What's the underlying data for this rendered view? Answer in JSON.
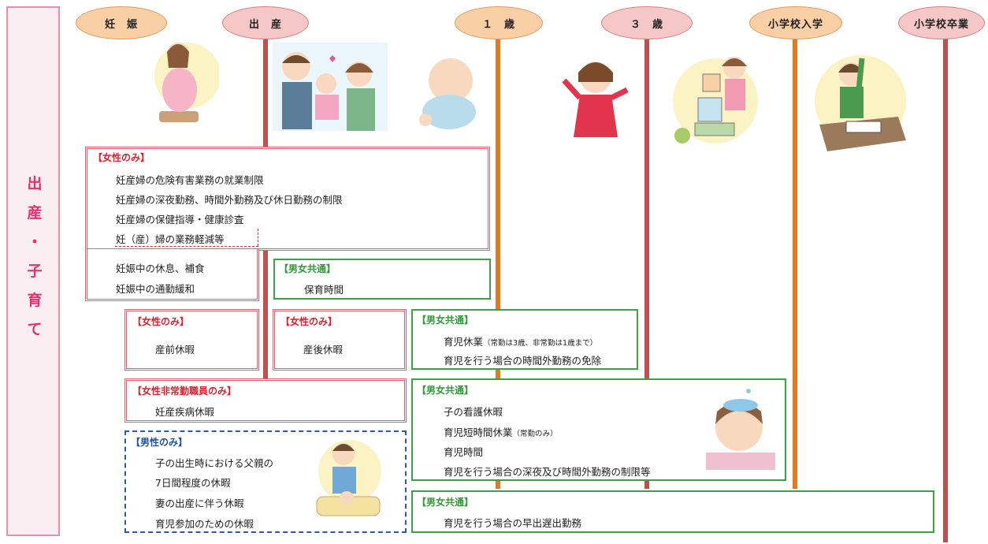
{
  "side_title": [
    "出",
    "産",
    "・",
    "子",
    "育",
    "て"
  ],
  "stages": [
    {
      "label": "妊　娠"
    },
    {
      "label": "出　産"
    },
    {
      "label": "１　歳"
    },
    {
      "label": "３　歳"
    },
    {
      "label": "小学校入学"
    },
    {
      "label": "小学校卒業"
    }
  ],
  "box_women_main": {
    "title": "【女性のみ】",
    "items": [
      "妊産婦の危険有害業務の就業制限",
      "妊産婦の深夜勤務、時間外勤務及び休日勤務の制限",
      "妊産婦の保健指導・健康診査",
      "妊（産）婦の業務軽減等",
      "妊娠中の休息、補食",
      "妊娠中の通勤緩和"
    ]
  },
  "box_common_childcare_time": {
    "title": "【男女共通】",
    "items": [
      "保育時間"
    ]
  },
  "box_prenatal": {
    "title": "【女性のみ】",
    "items": [
      "産前休暇"
    ]
  },
  "box_postnatal": {
    "title": "【女性のみ】",
    "items": [
      "産後休暇"
    ]
  },
  "box_common_leave": {
    "title": "【男女共通】",
    "item1": "育児休業",
    "item1_note": "（常勤は3歳、非常勤は1歳まで）",
    "item2": "育児を行う場合の時間外勤務の免除"
  },
  "box_part_time_women": {
    "title": "【女性非常勤職員のみ】",
    "items": [
      "妊産疾病休暇"
    ]
  },
  "box_common_care": {
    "title": "【男女共通】",
    "item1": "子の看護休暇",
    "item2": "育児短時間休業",
    "item2_note": "（常勤のみ）",
    "item3": "育児時間",
    "item4": "育児を行う場合の深夜及び時間外勤務の制限等"
  },
  "box_men": {
    "title": "【男性のみ】",
    "items": [
      "子の出生時における父親の",
      "7日間程度の休暇",
      "妻の出産に伴う休暇",
      "育児参加のための休暇"
    ]
  },
  "box_common_flex": {
    "title": "【男女共通】",
    "items": [
      "育児を行う場合の早出遅出勤務"
    ]
  }
}
